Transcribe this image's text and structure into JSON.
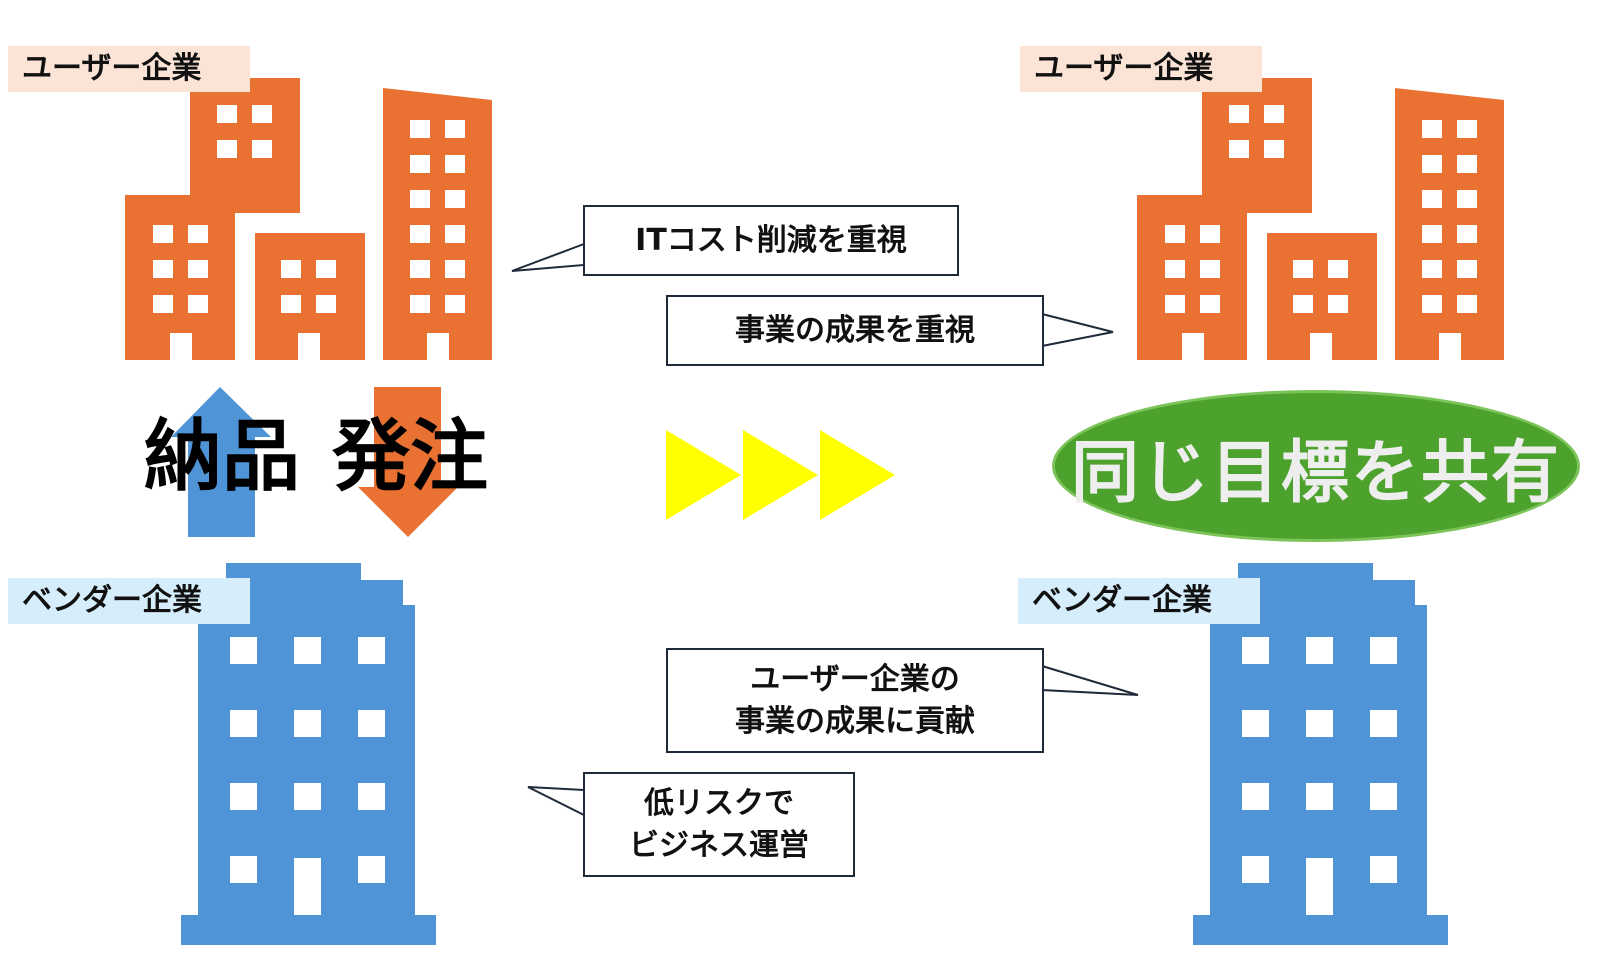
{
  "labels": {
    "user_left": "ユーザー企業",
    "user_right": "ユーザー企業",
    "vendor_left": "ベンダー企業",
    "vendor_right": "ベンダー企業"
  },
  "bubbles": {
    "user_left": "ITコスト削減を重視",
    "user_right": "事業の成果を重視",
    "vendor_right_line1": "ユーザー企業の",
    "vendor_right_line2": "事業の成果に貢献",
    "vendor_left_line1": "低リスクで",
    "vendor_left_line2": "ビジネス運営"
  },
  "arrows": {
    "delivery": "納品",
    "order": "発注"
  },
  "goal": "同じ目標を共有",
  "colors": {
    "user_building": "#e97132",
    "vendor_building": "#4f94d7",
    "arrow_up": "#4f94d7",
    "arrow_down": "#e97132",
    "chevrons": "#ffff00",
    "goal_fill": "#4ca22c",
    "user_label_bg": "#fbe3d6",
    "vendor_label_bg": "#d6eefb"
  },
  "icons": [
    "office-building-icon",
    "arrow-up-icon",
    "arrow-down-icon",
    "forward-chevrons-icon",
    "speech-bubble-icon"
  ]
}
